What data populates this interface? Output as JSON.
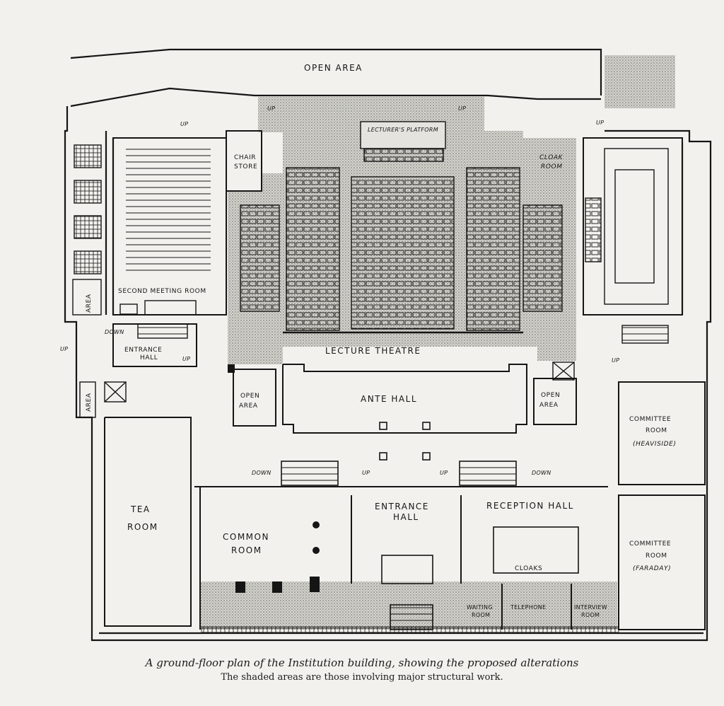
{
  "labels": {
    "open_area_top": "OPEN AREA",
    "lecturers_platform": "LECTURER'S PLATFORM",
    "chair_store_1": "CHAIR",
    "chair_store_2": "STORE",
    "cloak_room_1": "CLOAK",
    "cloak_room_2": "ROOM",
    "second_meeting_room": "SECOND MEETING ROOM",
    "area_left_1": "AREA",
    "area_left_2": "AREA",
    "entrance_hall_left_1": "ENTRANCE",
    "entrance_hall_left_2": "HALL",
    "lecture_theatre": "LECTURE THEATRE",
    "ante_hall": "ANTE HALL",
    "open_area_left_1": "OPEN",
    "open_area_left_2": "AREA",
    "open_area_right_1": "OPEN",
    "open_area_right_2": "AREA",
    "committee_heaviside_1": "COMMITTEE",
    "committee_heaviside_2": "ROOM",
    "committee_heaviside_3": "(HEAVISIDE)",
    "tea_room_1": "TEA",
    "tea_room_2": "ROOM",
    "common_room_1": "COMMON",
    "common_room_2": "ROOM",
    "entrance_hall_main_1": "ENTRANCE",
    "entrance_hall_main_2": "HALL",
    "reception_hall": "RECEPTION HALL",
    "committee_faraday_1": "COMMITTEE",
    "committee_faraday_2": "ROOM",
    "committee_faraday_3": "(FARADAY)",
    "cloaks": "CLOAKS",
    "waiting_room_1": "WAITING",
    "waiting_room_2": "ROOM",
    "telephone": "TELEPHONE",
    "interview_room_1": "INTERVIEW",
    "interview_room_2": "ROOM",
    "up": "UP",
    "down": "DOWN"
  },
  "caption": {
    "title": "A ground-floor plan of the Institution building, showing the proposed alterations",
    "subtitle": "The shaded areas are those involving major structural work."
  },
  "colors": {
    "ink": "#151515",
    "paper": "#f2f1ed",
    "shade": "#c9c9c4"
  }
}
